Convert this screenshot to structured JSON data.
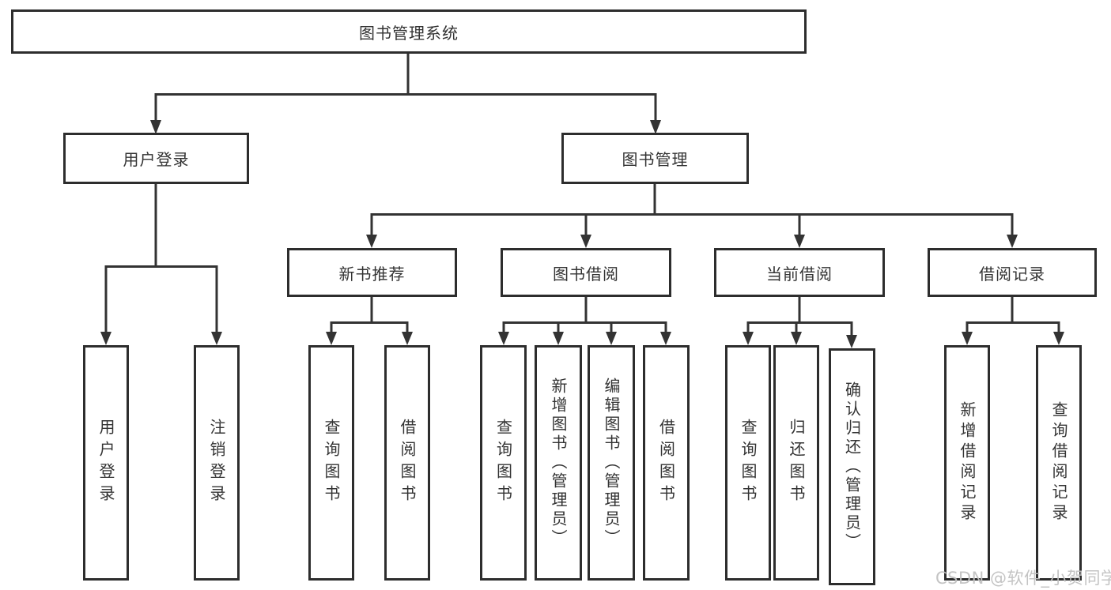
{
  "watermark": "CSDN @软件_小贺同学",
  "colors": {
    "line": "#333333",
    "box_border": "#2d2d2d",
    "text": "#333333",
    "background": "#ffffff",
    "watermark": "#c1c1c1"
  },
  "nodes": {
    "root": {
      "label": "图书管理系统"
    },
    "user_login": {
      "label": "用户登录"
    },
    "book_mgmt": {
      "label": "图书管理"
    },
    "new_book_rec": {
      "label": "新书推荐"
    },
    "book_borrow": {
      "label": "图书借阅"
    },
    "current_borrow": {
      "label": "当前借阅"
    },
    "borrow_records": {
      "label": "借阅记录"
    },
    "leaf_user_login": {
      "label": "用户登录"
    },
    "leaf_logout": {
      "label": "注销登录"
    },
    "leaf_query_books_rec": {
      "label": "查询图书"
    },
    "leaf_borrow_books_rec": {
      "label": "借阅图书"
    },
    "leaf_query_books_borrow": {
      "label": "查询图书"
    },
    "leaf_add_books": {
      "label": "新增图书（管理员）"
    },
    "leaf_edit_books": {
      "label": "编辑图书（管理员）"
    },
    "leaf_borrow_books_borrow": {
      "label": "借阅图书"
    },
    "leaf_query_books_current": {
      "label": "查询图书"
    },
    "leaf_return_books": {
      "label": "归还图书"
    },
    "leaf_confirm_return": {
      "label": "确认归还（管理员）"
    },
    "leaf_add_borrow_record": {
      "label": "新增借阅记录"
    },
    "leaf_query_borrow_record": {
      "label": "查询借阅记录"
    }
  },
  "hierarchy": {
    "图书管理系统": {
      "用户登录": [
        "用户登录",
        "注销登录"
      ],
      "图书管理": {
        "新书推荐": [
          "查询图书",
          "借阅图书"
        ],
        "图书借阅": [
          "查询图书",
          "新增图书（管理员）",
          "编辑图书（管理员）",
          "借阅图书"
        ],
        "当前借阅": [
          "查询图书",
          "归还图书",
          "确认归还（管理员）"
        ],
        "借阅记录": [
          "新增借阅记录",
          "查询借阅记录"
        ]
      }
    }
  }
}
